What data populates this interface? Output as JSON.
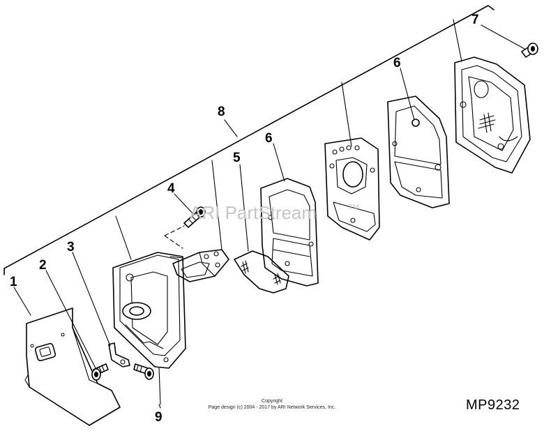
{
  "diagram": {
    "callouts": {
      "c1": "1",
      "c2": "2",
      "c3": "3",
      "c4": "4",
      "c5": "5",
      "c6a": "6",
      "c6b": "6",
      "c7": "7",
      "c8": "8",
      "c9": "9"
    },
    "watermark": {
      "text": "ARI PartStream",
      "tm": "TM"
    },
    "copyright": {
      "line1": "Copyright",
      "line2": "Page design (c) 2004 - 2017 by ARI Network Services, Inc."
    },
    "diagram_id": "MP9232"
  }
}
